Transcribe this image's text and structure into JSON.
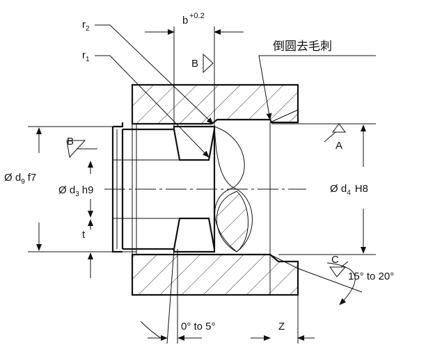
{
  "labels": {
    "r2": "r",
    "r2_sub": "2",
    "r1": "r",
    "r1_sub": "1",
    "b": "b",
    "b_tol": "+0.2",
    "b_ref": "B",
    "deburr": "倒圆去毛刺",
    "left_ref_B": "B",
    "ref_A": "A",
    "ref_C": "C",
    "d9_prefix": "Ø d",
    "d9_sub": "9",
    "d9_tol": "f7",
    "d3_prefix": "Ø d",
    "d3_sub": "3",
    "d3_tol": "h9",
    "d4_prefix": "Ø d",
    "d4_sub": "4",
    "d4_tol": "H8",
    "t": "t",
    "angle_top": "15° to 20°",
    "angle_bottom": "0° to 5°",
    "z": "Z"
  }
}
